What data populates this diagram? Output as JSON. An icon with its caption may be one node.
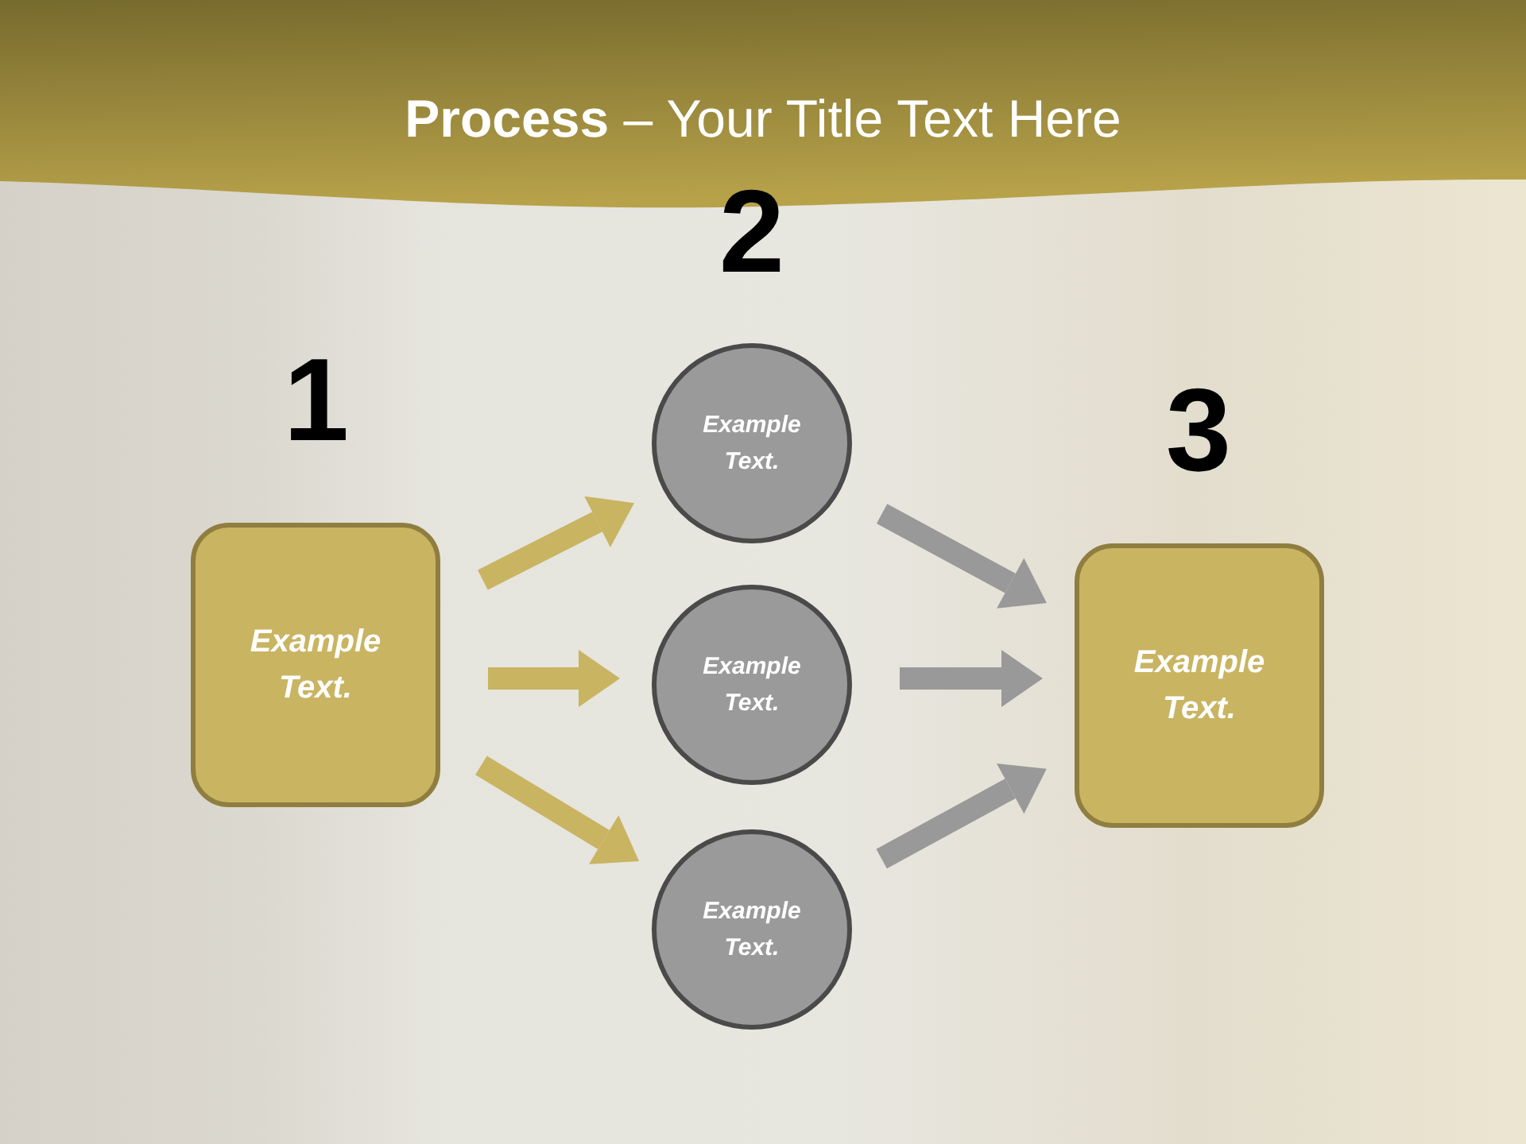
{
  "diagram": {
    "title": "**Process** – Your Title Text Here",
    "nodes": [
      {
        "text": [
          "Example Text."
        ]
      },
      {
        "text": [
          "Example Text."
        ]
      },
      {
        "text": [
          "Example Text."
        ]
      },
      {
        "text": [
          "Example Text."
        ]
      },
      {
        "text": [
          "Example Text."
        ]
      }
    ],
    "edges": [
      {
        "from": 0,
        "to": 1,
        "arrow": "to",
        "color": "#c9b462"
      },
      {
        "from": 0,
        "to": 2,
        "arrow": "to",
        "color": "#c9b462"
      },
      {
        "from": 0,
        "to": 3,
        "arrow": "to",
        "color": "#c9b462"
      },
      {
        "from": 1,
        "to": 4,
        "arrow": "to",
        "color": "#999999"
      },
      {
        "from": 2,
        "to": 4,
        "arrow": "to",
        "color": "#999999"
      },
      {
        "from": 3,
        "to": 4,
        "arrow": "to",
        "color": "#999999"
      }
    ],
    "labels": [
      "1",
      "2",
      "3"
    ]
  }
}
